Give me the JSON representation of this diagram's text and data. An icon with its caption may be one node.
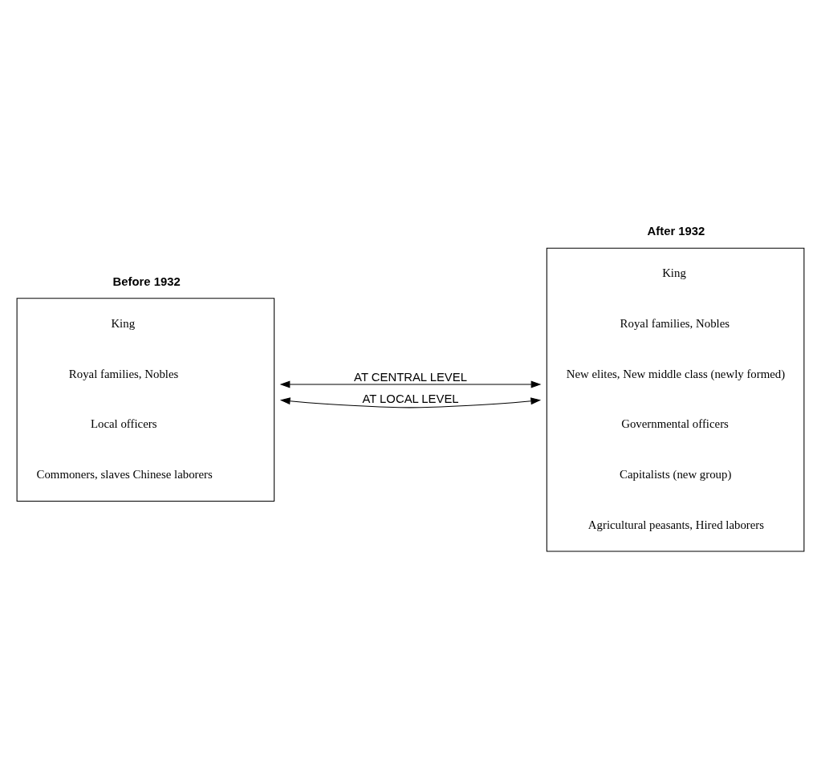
{
  "diagram": {
    "nodes": [
      {
        "text": [
          "Before 1932",
          "King",
          "Royal families, Nobles",
          "Local officers",
          "Commoners, slaves Chinese laborers"
        ]
      },
      {
        "text": [
          "After 1932",
          "King",
          "Royal families, Nobles",
          "New elites, New middle class (newly formed)",
          "Governmental officers",
          "Capitalists (new group)",
          "Agricultural peasants, Hired laborers"
        ]
      }
    ],
    "edges": [
      {
        "from": 0,
        "to": 1,
        "arrow": "both",
        "label": "AT CENTRAL LEVEL"
      },
      {
        "from": 0,
        "to": 1,
        "arrow": "both",
        "label": "AT LOCAL LEVEL"
      }
    ]
  }
}
